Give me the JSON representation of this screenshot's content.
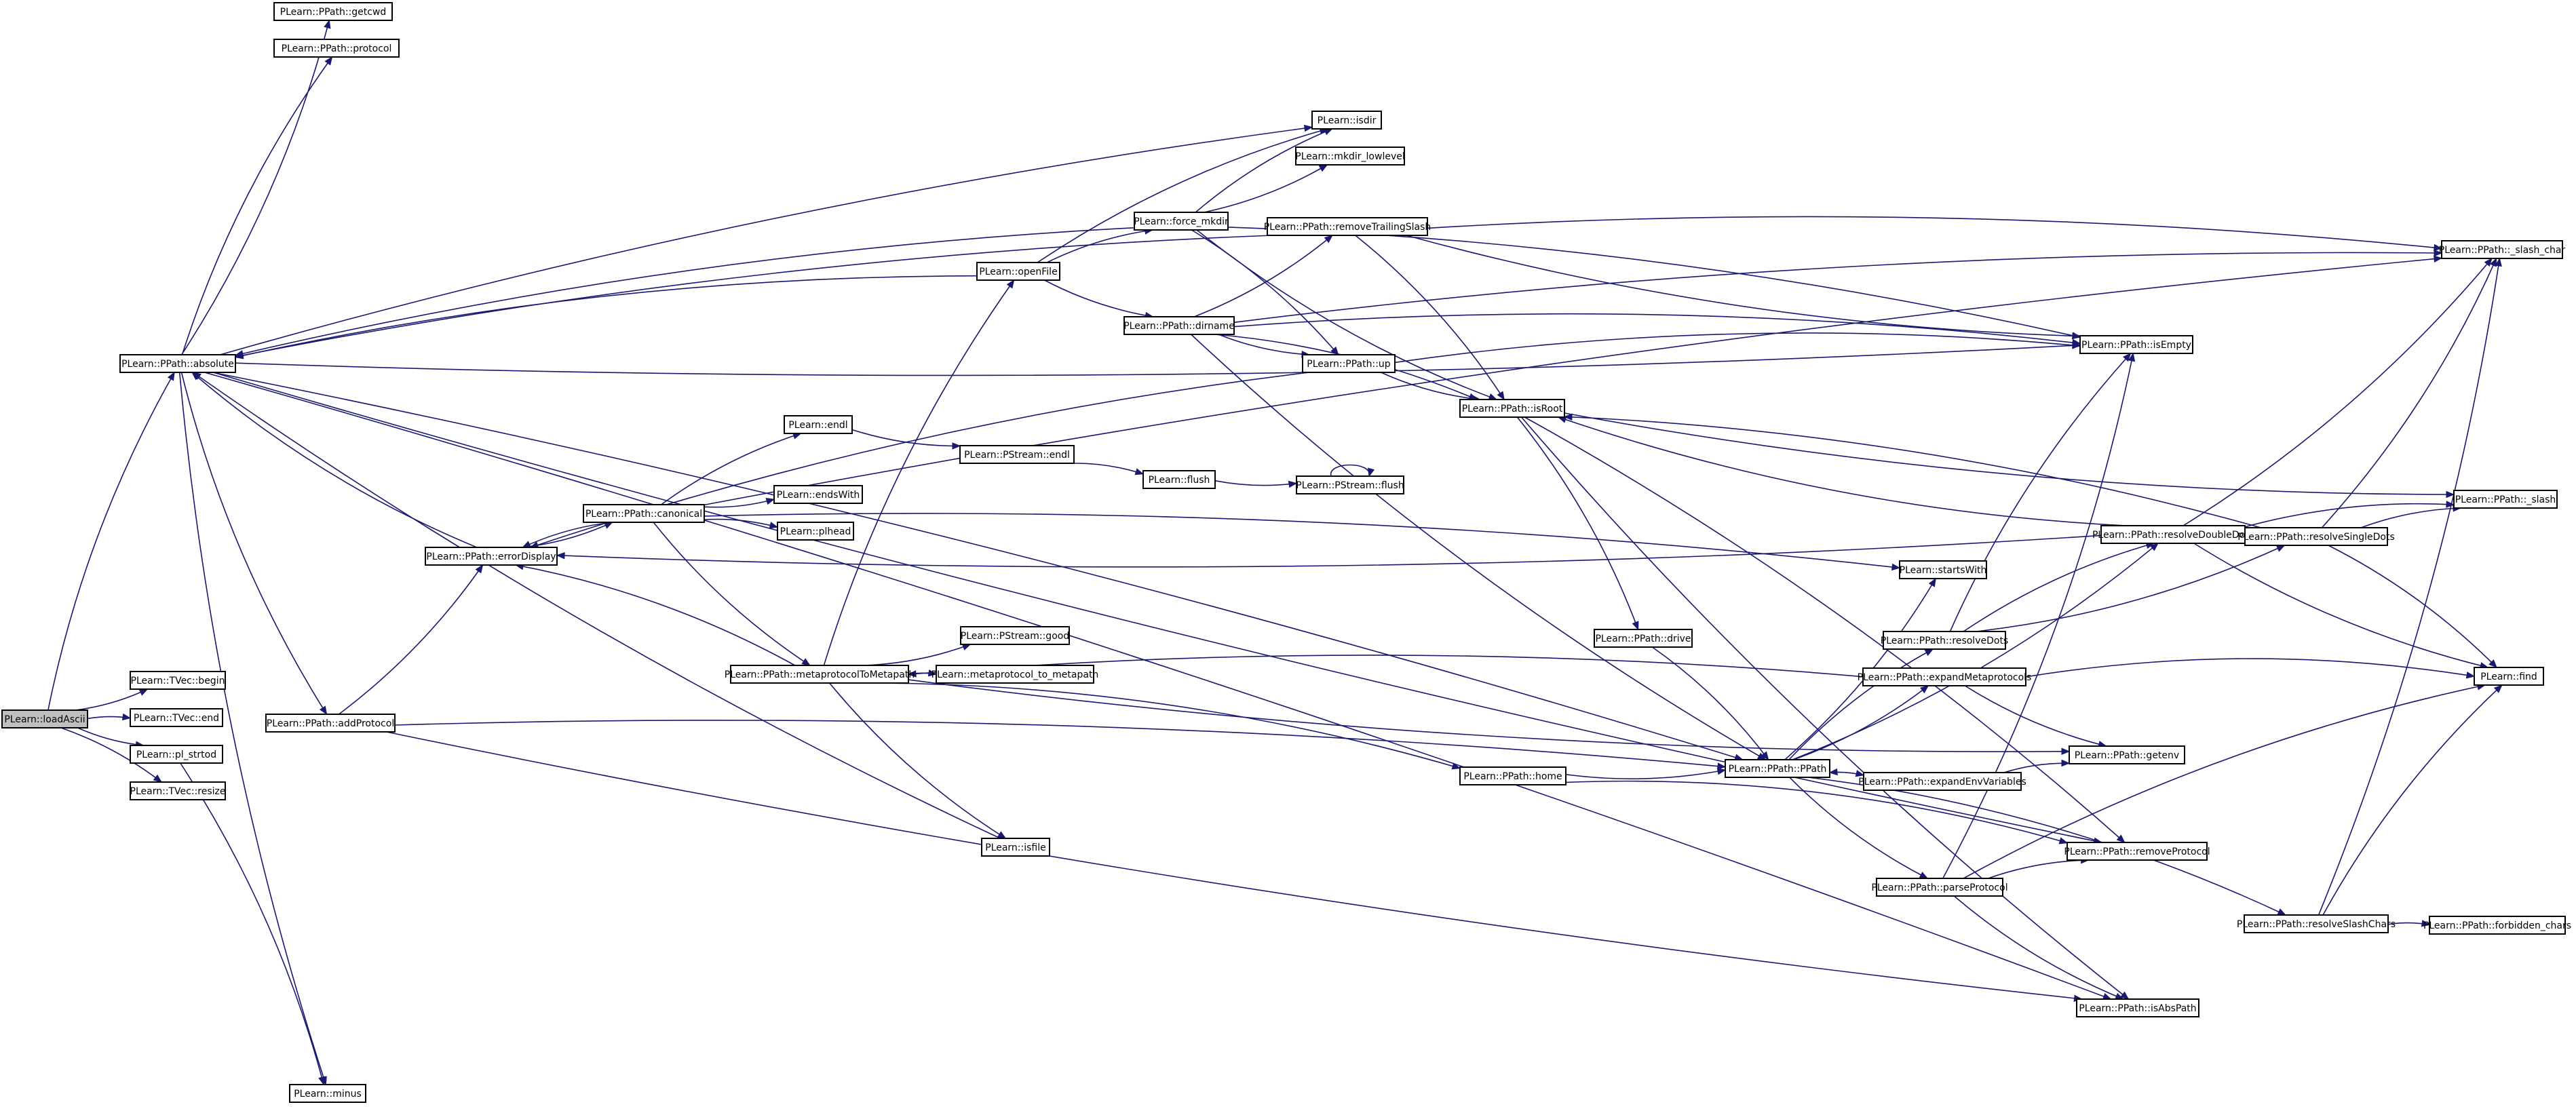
{
  "colors": {
    "edge": "#191970",
    "root_fill": "#bfbfbf",
    "node_fill": "#ffffff",
    "node_border": "#000000"
  },
  "nodes": [
    {
      "id": "loadAscii",
      "label": "PLearn::loadAscii",
      "root": true
    },
    {
      "id": "getcwd",
      "label": "PLearn::PPath::getcwd"
    },
    {
      "id": "protocol",
      "label": "PLearn::PPath::protocol"
    },
    {
      "id": "absolute",
      "label": "PLearn::PPath::absolute"
    },
    {
      "id": "tvbegin",
      "label": "PLearn::TVec::begin"
    },
    {
      "id": "tvend",
      "label": "PLearn::TVec::end"
    },
    {
      "id": "strtod",
      "label": "PLearn::pl_strtod"
    },
    {
      "id": "resize",
      "label": "PLearn::TVec::resize"
    },
    {
      "id": "minus",
      "label": "PLearn::minus"
    },
    {
      "id": "addProtocol",
      "label": "PLearn::PPath::addProtocol"
    },
    {
      "id": "errorDisplay",
      "label": "PLearn::PPath::errorDisplay"
    },
    {
      "id": "canonical",
      "label": "PLearn::PPath::canonical"
    },
    {
      "id": "endl",
      "label": "PLearn::endl"
    },
    {
      "id": "endsWith",
      "label": "PLearn::endsWith"
    },
    {
      "id": "plhead",
      "label": "PLearn::plhead"
    },
    {
      "id": "metaToMeta",
      "label": "PLearn::PPath::metaprotocolToMetapath"
    },
    {
      "id": "psgood",
      "label": "PLearn::PStream::good"
    },
    {
      "id": "metaProtoToMetapath",
      "label": "PLearn::metaprotocol_to_metapath"
    },
    {
      "id": "isfile",
      "label": "PLearn::isfile"
    },
    {
      "id": "psendl",
      "label": "PLearn::PStream::endl"
    },
    {
      "id": "flush",
      "label": "PLearn::flush"
    },
    {
      "id": "psflush",
      "label": "PLearn::PStream::flush"
    },
    {
      "id": "openFile",
      "label": "PLearn::openFile"
    },
    {
      "id": "forceMkdir",
      "label": "PLearn::force_mkdir"
    },
    {
      "id": "isdir",
      "label": "PLearn::isdir"
    },
    {
      "id": "mkdirLow",
      "label": "PLearn::mkdir_lowlevel"
    },
    {
      "id": "removeTrailing",
      "label": "PLearn::PPath::removeTrailingSlash"
    },
    {
      "id": "dirname",
      "label": "PLearn::PPath::dirname"
    },
    {
      "id": "up",
      "label": "PLearn::PPath::up"
    },
    {
      "id": "isRoot",
      "label": "PLearn::PPath::isRoot"
    },
    {
      "id": "drive",
      "label": "PLearn::PPath::drive"
    },
    {
      "id": "home",
      "label": "PLearn::PPath::home"
    },
    {
      "id": "pppath",
      "label": "PLearn::PPath::PPath"
    },
    {
      "id": "startsWith",
      "label": "PLearn::startsWith"
    },
    {
      "id": "resolveDots",
      "label": "PLearn::PPath::resolveDots"
    },
    {
      "id": "expandMeta",
      "label": "PLearn::PPath::expandMetaprotocols"
    },
    {
      "id": "expandEnv",
      "label": "PLearn::PPath::expandEnvVariables"
    },
    {
      "id": "parseProtocol",
      "label": "PLearn::PPath::parseProtocol"
    },
    {
      "id": "isEmpty",
      "label": "PLearn::PPath::isEmpty"
    },
    {
      "id": "slashChar",
      "label": "PLearn::PPath::_slash_char"
    },
    {
      "id": "slash",
      "label": "PLearn::PPath::_slash"
    },
    {
      "id": "resolveDoubleDots",
      "label": "PLearn::PPath::resolveDoubleDots"
    },
    {
      "id": "resolveSingleDots",
      "label": "PLearn::PPath::resolveSingleDots"
    },
    {
      "id": "find",
      "label": "PLearn::find"
    },
    {
      "id": "getenv",
      "label": "PLearn::PPath::getenv"
    },
    {
      "id": "removeProtocol",
      "label": "PLearn::PPath::removeProtocol"
    },
    {
      "id": "resolveSlash",
      "label": "PLearn::PPath::resolveSlashChars"
    },
    {
      "id": "forbidden",
      "label": "PLearn::PPath::forbidden_chars"
    },
    {
      "id": "isAbsPath",
      "label": "PLearn::PPath::isAbsPath"
    }
  ],
  "edges": [
    [
      "loadAscii",
      "absolute"
    ],
    [
      "loadAscii",
      "tvbegin"
    ],
    [
      "loadAscii",
      "tvend"
    ],
    [
      "loadAscii",
      "strtod"
    ],
    [
      "loadAscii",
      "resize"
    ],
    [
      "absolute",
      "getcwd"
    ],
    [
      "absolute",
      "protocol"
    ],
    [
      "absolute",
      "addProtocol"
    ],
    [
      "absolute",
      "isdir"
    ],
    [
      "absolute",
      "isEmpty"
    ],
    [
      "absolute",
      "pppath"
    ],
    [
      "absolute",
      "removeProtocol"
    ],
    [
      "absolute",
      "isAbsPath"
    ],
    [
      "absolute",
      "minus"
    ],
    [
      "strtod",
      "minus"
    ],
    [
      "addProtocol",
      "errorDisplay"
    ],
    [
      "addProtocol",
      "pppath"
    ],
    [
      "addProtocol",
      "isAbsPath"
    ],
    [
      "errorDisplay",
      "absolute"
    ],
    [
      "errorDisplay",
      "canonical"
    ],
    [
      "canonical",
      "endl"
    ],
    [
      "canonical",
      "endsWith"
    ],
    [
      "canonical",
      "plhead"
    ],
    [
      "canonical",
      "metaToMeta"
    ],
    [
      "canonical",
      "slashChar"
    ],
    [
      "canonical",
      "errorDisplay"
    ],
    [
      "canonical",
      "startsWith"
    ],
    [
      "endl",
      "psendl"
    ],
    [
      "psendl",
      "flush"
    ],
    [
      "flush",
      "psflush"
    ],
    [
      "psflush",
      "psflush"
    ],
    [
      "metaToMeta",
      "psgood"
    ],
    [
      "metaToMeta",
      "metaProtoToMetapath"
    ],
    [
      "metaToMeta",
      "isfile"
    ],
    [
      "metaToMeta",
      "openFile"
    ],
    [
      "metaToMeta",
      "errorDisplay"
    ],
    [
      "metaToMeta",
      "home"
    ],
    [
      "metaToMeta",
      "getenv"
    ],
    [
      "isfile",
      "absolute"
    ],
    [
      "openFile",
      "absolute"
    ],
    [
      "openFile",
      "forceMkdir"
    ],
    [
      "openFile",
      "dirname"
    ],
    [
      "openFile",
      "isdir"
    ],
    [
      "forceMkdir",
      "absolute"
    ],
    [
      "forceMkdir",
      "isdir"
    ],
    [
      "forceMkdir",
      "mkdirLow"
    ],
    [
      "forceMkdir",
      "up"
    ],
    [
      "forceMkdir",
      "isRoot"
    ],
    [
      "forceMkdir",
      "isEmpty"
    ],
    [
      "removeTrailing",
      "absolute"
    ],
    [
      "removeTrailing",
      "isRoot"
    ],
    [
      "removeTrailing",
      "isEmpty"
    ],
    [
      "removeTrailing",
      "slashChar"
    ],
    [
      "dirname",
      "removeTrailing"
    ],
    [
      "dirname",
      "isRoot"
    ],
    [
      "dirname",
      "up"
    ],
    [
      "dirname",
      "isEmpty"
    ],
    [
      "dirname",
      "pppath"
    ],
    [
      "dirname",
      "slashChar"
    ],
    [
      "up",
      "errorDisplay"
    ],
    [
      "up",
      "isEmpty"
    ],
    [
      "up",
      "isRoot"
    ],
    [
      "isRoot",
      "drive"
    ],
    [
      "isRoot",
      "slash"
    ],
    [
      "isRoot",
      "removeProtocol"
    ],
    [
      "isRoot",
      "isAbsPath"
    ],
    [
      "drive",
      "pppath"
    ],
    [
      "home",
      "pppath"
    ],
    [
      "home",
      "removeProtocol"
    ],
    [
      "pppath",
      "startsWith"
    ],
    [
      "pppath",
      "resolveDots"
    ],
    [
      "pppath",
      "expandMeta"
    ],
    [
      "pppath",
      "expandEnv"
    ],
    [
      "pppath",
      "parseProtocol"
    ],
    [
      "pppath",
      "resolveSlash"
    ],
    [
      "pppath",
      "resolveDoubleDots"
    ],
    [
      "resolveDots",
      "resolveDoubleDots"
    ],
    [
      "resolveDots",
      "resolveSingleDots"
    ],
    [
      "resolveDots",
      "isEmpty"
    ],
    [
      "expandMeta",
      "metaToMeta"
    ],
    [
      "expandMeta",
      "find"
    ],
    [
      "expandMeta",
      "getenv"
    ],
    [
      "expandEnv",
      "getenv"
    ],
    [
      "expandEnv",
      "pppath"
    ],
    [
      "parseProtocol",
      "removeProtocol"
    ],
    [
      "parseProtocol",
      "isAbsPath"
    ],
    [
      "parseProtocol",
      "find"
    ],
    [
      "parseProtocol",
      "isEmpty"
    ],
    [
      "resolveDoubleDots",
      "errorDisplay"
    ],
    [
      "resolveDoubleDots",
      "resolveSingleDots"
    ],
    [
      "resolveDoubleDots",
      "slash"
    ],
    [
      "resolveDoubleDots",
      "slashChar"
    ],
    [
      "resolveDoubleDots",
      "isRoot"
    ],
    [
      "resolveDoubleDots",
      "find"
    ],
    [
      "resolveSingleDots",
      "slash"
    ],
    [
      "resolveSingleDots",
      "slashChar"
    ],
    [
      "resolveSingleDots",
      "find"
    ],
    [
      "resolveSingleDots",
      "isRoot"
    ],
    [
      "resolveSlash",
      "forbidden"
    ],
    [
      "resolveSlash",
      "slashChar"
    ],
    [
      "resolveSlash",
      "find"
    ]
  ]
}
